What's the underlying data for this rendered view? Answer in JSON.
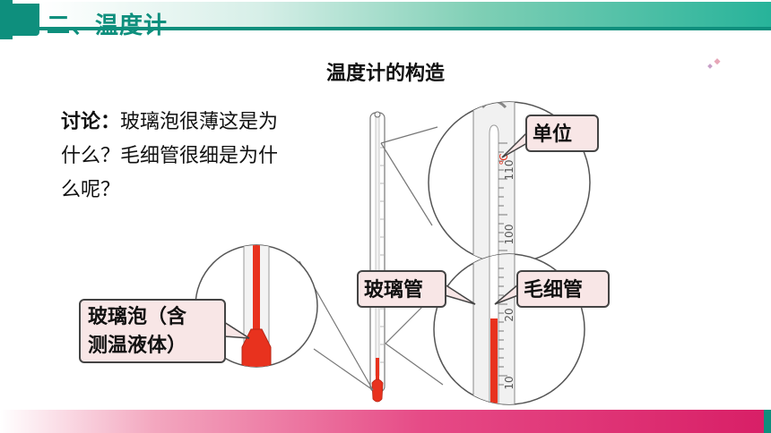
{
  "slide": {
    "title": "二、温度计",
    "subtitle": "温度计的构造"
  },
  "discussion": {
    "label": "讨论：",
    "line1_rest": "玻璃泡很薄这是为",
    "line2": "什么？毛细管很细是为什",
    "line3": "么呢？"
  },
  "callouts": {
    "unit": "单位",
    "glass_tube": "玻璃管",
    "capillary": "毛细管",
    "bulb_line1": "玻璃泡（含",
    "bulb_line2": "测温液体）"
  },
  "thermometer": {
    "unit_symbol": "℃",
    "scale_labels_top": [
      "110",
      "100"
    ],
    "scale_labels_bottom": [
      "20",
      "10"
    ]
  },
  "colors": {
    "accent_green": "#0e8f7d",
    "liquid_red": "#e8321e",
    "callout_fill": "#f8e6e6",
    "bottom_bar": "#d81e66"
  }
}
